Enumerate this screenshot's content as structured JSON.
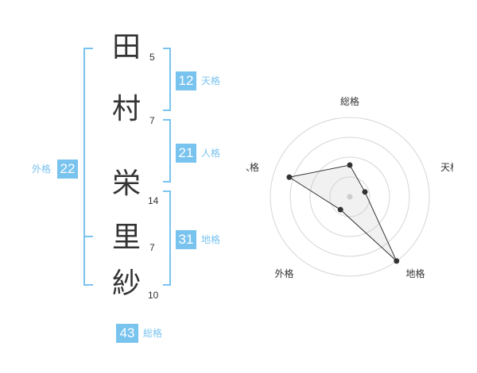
{
  "characters": [
    {
      "char": "田",
      "strokes": "5"
    },
    {
      "char": "村",
      "strokes": "7"
    },
    {
      "char": "栄",
      "strokes": "14"
    },
    {
      "char": "里",
      "strokes": "7"
    },
    {
      "char": "紗",
      "strokes": "10"
    }
  ],
  "fortunes": {
    "tenkaku": {
      "value": "12",
      "label": "天格"
    },
    "jinkaku": {
      "value": "21",
      "label": "人格"
    },
    "chikaku": {
      "value": "31",
      "label": "地格"
    },
    "gaikaku": {
      "value": "22",
      "label": "外格"
    },
    "soukaku": {
      "value": "43",
      "label": "総格"
    }
  },
  "colors": {
    "accent": "#79c3ef",
    "text": "#333333"
  },
  "chart_data": {
    "type": "radar",
    "axes": [
      "総格",
      "天格",
      "地格",
      "外格",
      "人格"
    ],
    "values": [
      2,
      1,
      5,
      1,
      4
    ],
    "max": 5,
    "rings": 4
  }
}
